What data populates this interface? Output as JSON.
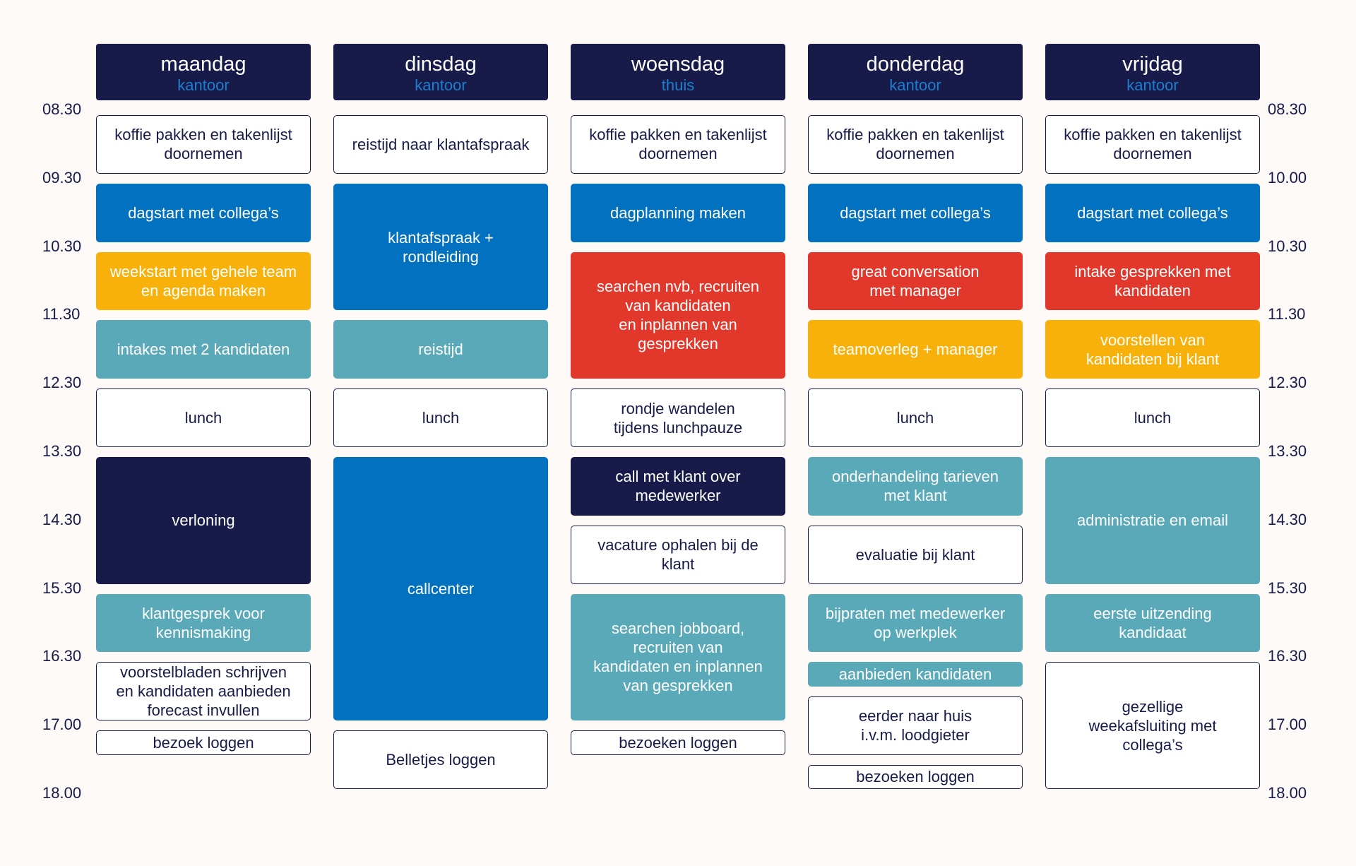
{
  "days": [
    {
      "name": "maandag",
      "location": "kantoor",
      "events": [
        {
          "start": "08:30",
          "end": "09:30",
          "label": "koffie pakken en takenlijst\ndoornemen",
          "style": "white"
        },
        {
          "start": "09:30",
          "end": "10:30",
          "label": "dagstart met collega’s",
          "style": "blue"
        },
        {
          "start": "10:30",
          "end": "11:30",
          "label": "weekstart met gehele team\nen agenda maken",
          "style": "yellow"
        },
        {
          "start": "11:30",
          "end": "12:30",
          "label": "intakes met 2 kandidaten",
          "style": "teal"
        },
        {
          "start": "12:30",
          "end": "13:30",
          "label": "lunch",
          "style": "white"
        },
        {
          "start": "13:30",
          "end": "15:30",
          "label": "verloning",
          "style": "navy"
        },
        {
          "start": "15:30",
          "end": "16:30",
          "label": "klantgesprek voor\nkennismaking",
          "style": "teal"
        },
        {
          "start": "16:30",
          "end": "17:30",
          "label": "voorstelbladen schrijven\nen kandidaten aanbieden\nforecast invullen",
          "style": "white"
        },
        {
          "start": "17:30",
          "end": "18:00",
          "label": "bezoek loggen",
          "style": "white"
        }
      ]
    },
    {
      "name": "dinsdag",
      "location": "kantoor",
      "events": [
        {
          "start": "08:30",
          "end": "09:30",
          "label": "reistijd naar klantafspraak",
          "style": "white"
        },
        {
          "start": "09:30",
          "end": "11:30",
          "label": "klantafspraak +\nrondleiding",
          "style": "blue"
        },
        {
          "start": "11:30",
          "end": "12:30",
          "label": "reistijd",
          "style": "teal"
        },
        {
          "start": "12:30",
          "end": "13:30",
          "label": "lunch",
          "style": "white"
        },
        {
          "start": "13:30",
          "end": "17:30",
          "label": "callcenter",
          "style": "blue"
        },
        {
          "start": "17:30",
          "end": "18:30",
          "label": "Belletjes loggen",
          "style": "white"
        }
      ]
    },
    {
      "name": "woensdag",
      "location": "thuis",
      "events": [
        {
          "start": "08:30",
          "end": "09:30",
          "label": "koffie pakken en takenlijst\ndoornemen",
          "style": "white"
        },
        {
          "start": "09:30",
          "end": "10:30",
          "label": "dagplanning maken",
          "style": "blue"
        },
        {
          "start": "10:30",
          "end": "12:30",
          "label": "searchen nvb, recruiten\nvan kandidaten\nen inplannen van\ngesprekken",
          "style": "red"
        },
        {
          "start": "12:30",
          "end": "13:30",
          "label": "rondje wandelen\ntijdens lunchpauze",
          "style": "white"
        },
        {
          "start": "13:30",
          "end": "14:30",
          "label": "call met klant over\nmedewerker",
          "style": "navy"
        },
        {
          "start": "14:30",
          "end": "15:30",
          "label": "vacature ophalen bij de\nklant",
          "style": "white"
        },
        {
          "start": "15:30",
          "end": "17:30",
          "label": "searchen jobboard,\nrecruiten van\nkandidaten en inplannen\nvan gesprekken",
          "style": "teal"
        },
        {
          "start": "17:30",
          "end": "18:00",
          "label": "bezoeken loggen",
          "style": "white"
        }
      ]
    },
    {
      "name": "donderdag",
      "location": "kantoor",
      "events": [
        {
          "start": "08:30",
          "end": "09:30",
          "label": "koffie pakken en takenlijst\ndoornemen",
          "style": "white"
        },
        {
          "start": "09:30",
          "end": "10:30",
          "label": "dagstart met collega’s",
          "style": "blue"
        },
        {
          "start": "10:30",
          "end": "11:30",
          "label": "great conversation\nmet manager",
          "style": "red"
        },
        {
          "start": "11:30",
          "end": "12:30",
          "label": "teamoverleg + manager",
          "style": "yellow"
        },
        {
          "start": "12:30",
          "end": "13:30",
          "label": "lunch",
          "style": "white"
        },
        {
          "start": "13:30",
          "end": "14:30",
          "label": "onderhandeling tarieven\nmet klant",
          "style": "teal"
        },
        {
          "start": "14:30",
          "end": "15:30",
          "label": "evaluatie bij klant",
          "style": "white"
        },
        {
          "start": "15:30",
          "end": "16:30",
          "label": "bijpraten met medewerker\nop werkplek",
          "style": "teal"
        },
        {
          "start": "16:30",
          "end": "17:00",
          "label": "aanbieden kandidaten",
          "style": "teal"
        },
        {
          "start": "17:00",
          "end": "18:00",
          "label": "eerder naar huis\ni.v.m. loodgieter",
          "style": "white"
        },
        {
          "start": "18:00",
          "end": "18:30",
          "label": "bezoeken loggen",
          "style": "white"
        }
      ]
    },
    {
      "name": "vrijdag",
      "location": "kantoor",
      "events": [
        {
          "start": "08:30",
          "end": "09:30",
          "label": "koffie pakken en takenlijst\ndoornemen",
          "style": "white"
        },
        {
          "start": "09:30",
          "end": "10:30",
          "label": "dagstart met collega’s",
          "style": "blue"
        },
        {
          "start": "10:30",
          "end": "11:30",
          "label": "intake gesprekken met\nkandidaten",
          "style": "red"
        },
        {
          "start": "11:30",
          "end": "12:30",
          "label": "voorstellen van\nkandidaten bij klant",
          "style": "yellow"
        },
        {
          "start": "12:30",
          "end": "13:30",
          "label": "lunch",
          "style": "white"
        },
        {
          "start": "13:30",
          "end": "15:30",
          "label": "administratie en email",
          "style": "teal"
        },
        {
          "start": "15:30",
          "end": "16:30",
          "label": "eerste uitzending\nkandidaat",
          "style": "teal"
        },
        {
          "start": "16:30",
          "end": "18:30",
          "label": "gezellige\nweekafsluiting met\ncollega’s",
          "style": "white"
        }
      ]
    }
  ],
  "time_labels_left": [
    {
      "label": "08.30",
      "time": "08:30"
    },
    {
      "label": "09.30",
      "time": "09:30"
    },
    {
      "label": "10.30",
      "time": "10:30"
    },
    {
      "label": "11.30",
      "time": "11:30"
    },
    {
      "label": "12.30",
      "time": "12:30"
    },
    {
      "label": "13.30",
      "time": "13:30"
    },
    {
      "label": "14.30",
      "time": "14:30"
    },
    {
      "label": "15.30",
      "time": "15:30"
    },
    {
      "label": "16.30",
      "time": "16:30"
    },
    {
      "label": "17.00",
      "time": "17:30"
    },
    {
      "label": "18.00",
      "time": "18:30"
    }
  ],
  "time_labels_right": [
    {
      "label": "08.30",
      "time": "08:30"
    },
    {
      "label": "10.00",
      "time": "09:30"
    },
    {
      "label": "10.30",
      "time": "10:30"
    },
    {
      "label": "11.30",
      "time": "11:30"
    },
    {
      "label": "12.30",
      "time": "12:30"
    },
    {
      "label": "13.30",
      "time": "13:30"
    },
    {
      "label": "14.30",
      "time": "14:30"
    },
    {
      "label": "15.30",
      "time": "15:30"
    },
    {
      "label": "16.30",
      "time": "16:30"
    },
    {
      "label": "17.00",
      "time": "17:30"
    },
    {
      "label": "18.00",
      "time": "18:30"
    }
  ],
  "colors": {
    "background": "#fcf9f6",
    "navy": "#181b4a",
    "blue": "#0272c0",
    "teal": "#59a9b8",
    "yellow": "#f8b00b",
    "red": "#e2372b",
    "location_text": "#1b7fd0"
  }
}
